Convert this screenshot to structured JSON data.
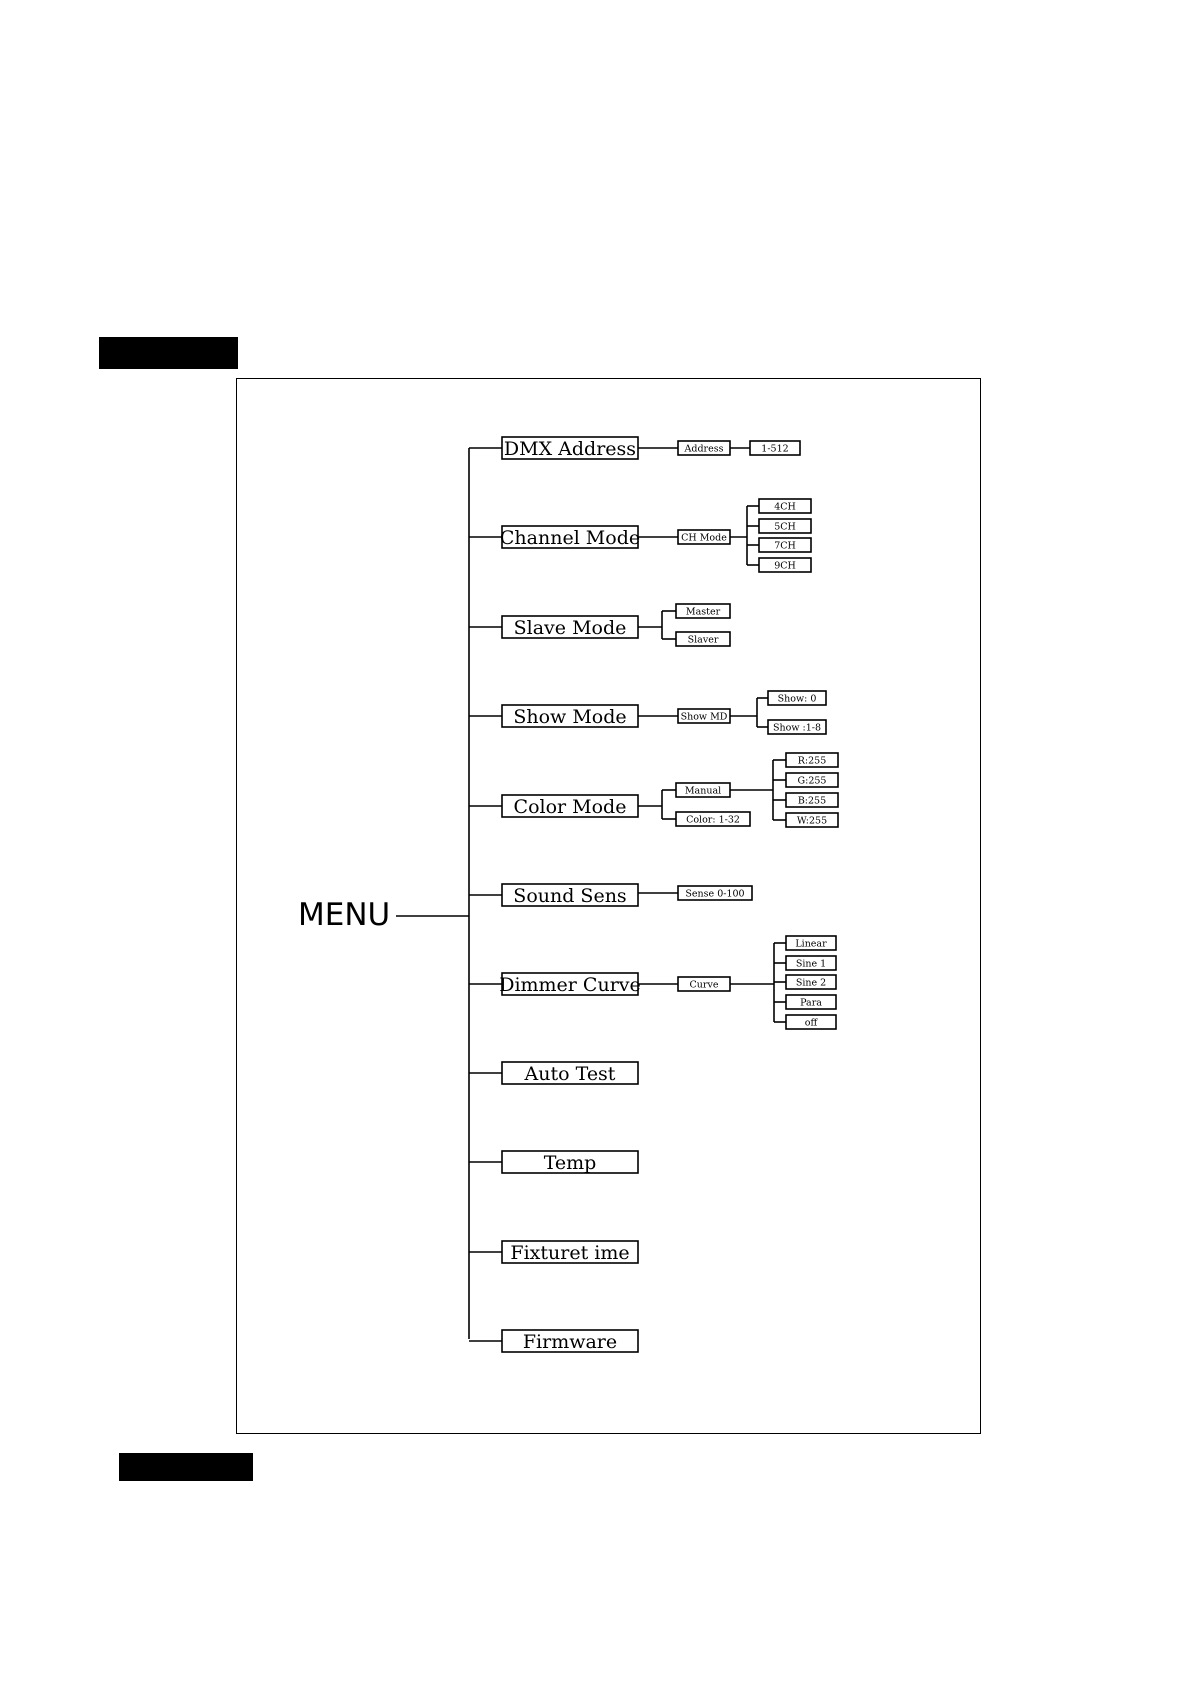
{
  "root_label": "MENU",
  "menu": [
    {
      "label": "DMX Address",
      "subs": [
        "Address"
      ],
      "leaves": [
        "1-512"
      ]
    },
    {
      "label": "Channel Mode",
      "subs": [
        "CH Mode"
      ],
      "leaves": [
        "4CH",
        "5CH",
        "7CH",
        "9CH"
      ]
    },
    {
      "label": "Slave Mode",
      "subs": [
        "Master",
        "Slaver"
      ],
      "leaves": []
    },
    {
      "label": "Show Mode",
      "subs": [
        "Show MD"
      ],
      "leaves": [
        "Show: 0",
        "Show :1-8"
      ]
    },
    {
      "label": "Color Mode",
      "subs": [
        "Manual",
        "Color: 1-32"
      ],
      "leaves": [
        "R:255",
        "G:255",
        "B:255",
        "W:255"
      ]
    },
    {
      "label": "Sound Sens",
      "subs": [
        "Sense 0-100"
      ],
      "leaves": []
    },
    {
      "label": "Dimmer Curve",
      "subs": [
        "Curve"
      ],
      "leaves": [
        "Linear",
        "Sine 1",
        "Sine 2",
        "Para",
        "off"
      ]
    },
    {
      "label": "Auto Test",
      "subs": [],
      "leaves": []
    },
    {
      "label": "Temp",
      "subs": [],
      "leaves": []
    },
    {
      "label": "Fixturet ime",
      "subs": [],
      "leaves": []
    },
    {
      "label": "Firmware",
      "subs": [],
      "leaves": []
    }
  ],
  "colors": {
    "ink": "#000000",
    "paper": "#ffffff"
  }
}
